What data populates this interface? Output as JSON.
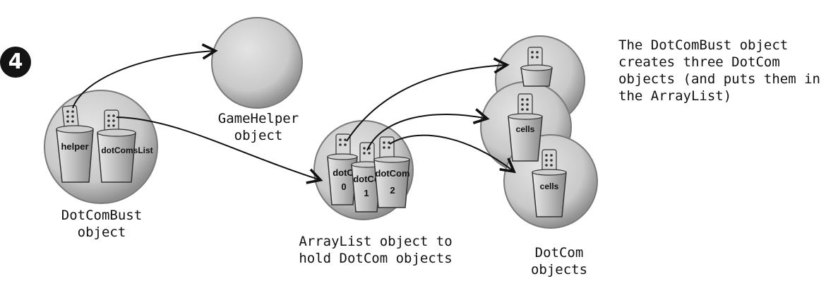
{
  "step_number": "4",
  "objects": {
    "dotcombust": "DotComBust\nobject",
    "gamehelper": "GameHelper\nobject",
    "arraylist": "ArrayList object to\nhold DotCom objects",
    "dotcom": "DotCom\nobjects"
  },
  "references": {
    "helper": "helper",
    "dotcoms_list": "dotComsList",
    "dotcom0": "dotC",
    "dotcom0_index": "0",
    "dotcom1": "dotCo",
    "dotcom1_index": "1",
    "dotcom2": "dotCom",
    "dotcom2_index": "2",
    "cells": "cells"
  },
  "note": "The DotComBust object\ncreates three DotCom\nobjects (and puts them in\nthe ArrayList)",
  "colors": {
    "heap_object_fill": "#c9c9c9",
    "heap_object_edge": "#7a7a7a",
    "ink": "#111111"
  }
}
